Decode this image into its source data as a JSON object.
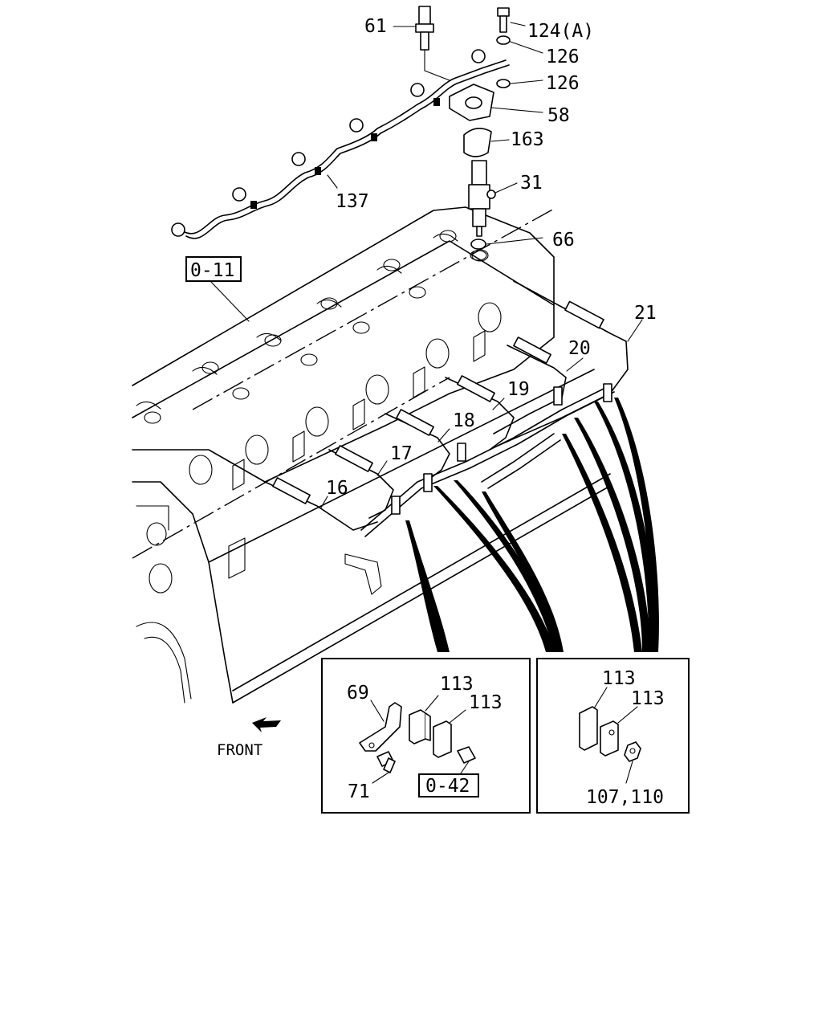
{
  "labels": {
    "p61": "61",
    "p124a": "124(A)",
    "p126a": "126",
    "p126b": "126",
    "p58": "58",
    "p163": "163",
    "p137": "137",
    "p31": "31",
    "p66": "66",
    "ref_0_11": "0-11",
    "p21": "21",
    "p20": "20",
    "p19": "19",
    "p18": "18",
    "p17": "17",
    "p16": "16",
    "front": "FRONT",
    "d1_69": "69",
    "d1_113a": "113",
    "d1_113b": "113",
    "d1_71": "71",
    "ref_0_42": "0-42",
    "d2_113a": "113",
    "d2_113b": "113",
    "d2_107_110": "107,110"
  },
  "icons": {
    "front_arrow": "front-arrow-icon"
  }
}
